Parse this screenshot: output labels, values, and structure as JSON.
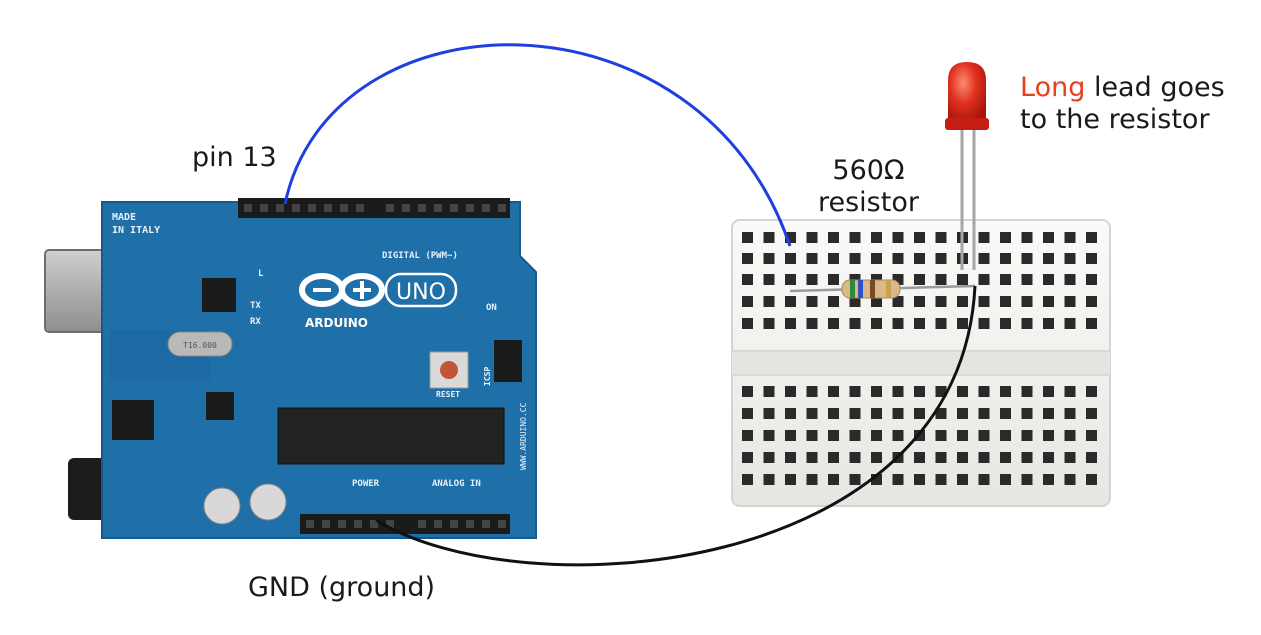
{
  "labels": {
    "pin": "pin 13",
    "resistor_value": "560Ω",
    "resistor_word": "resistor",
    "led_long": "Long",
    "led_rest1": "lead goes",
    "led_rest2": "to the resistor",
    "gnd": "GND (ground)"
  },
  "board": {
    "made_in": "MADE",
    "made_in2": "IN ITALY",
    "logo": "ARDUINO",
    "model": "UNO",
    "digital": "DIGITAL (PWM~)",
    "power": "POWER",
    "analog": "ANALOG IN",
    "reset": "RESET",
    "icsp": "ICSP",
    "on": "ON",
    "url": "WWW.ARDUINO.CC",
    "l": "L",
    "tx": "TX",
    "rx": "RX",
    "crystal": "T16.000"
  },
  "colors": {
    "board": "#1f6fa8",
    "board_dark": "#155a8c",
    "wire_signal": "#1f3fe0",
    "wire_ground": "#111111",
    "led": "#d8261c",
    "accent_text": "#e8401c",
    "breadboard": "#f4f4f2"
  }
}
